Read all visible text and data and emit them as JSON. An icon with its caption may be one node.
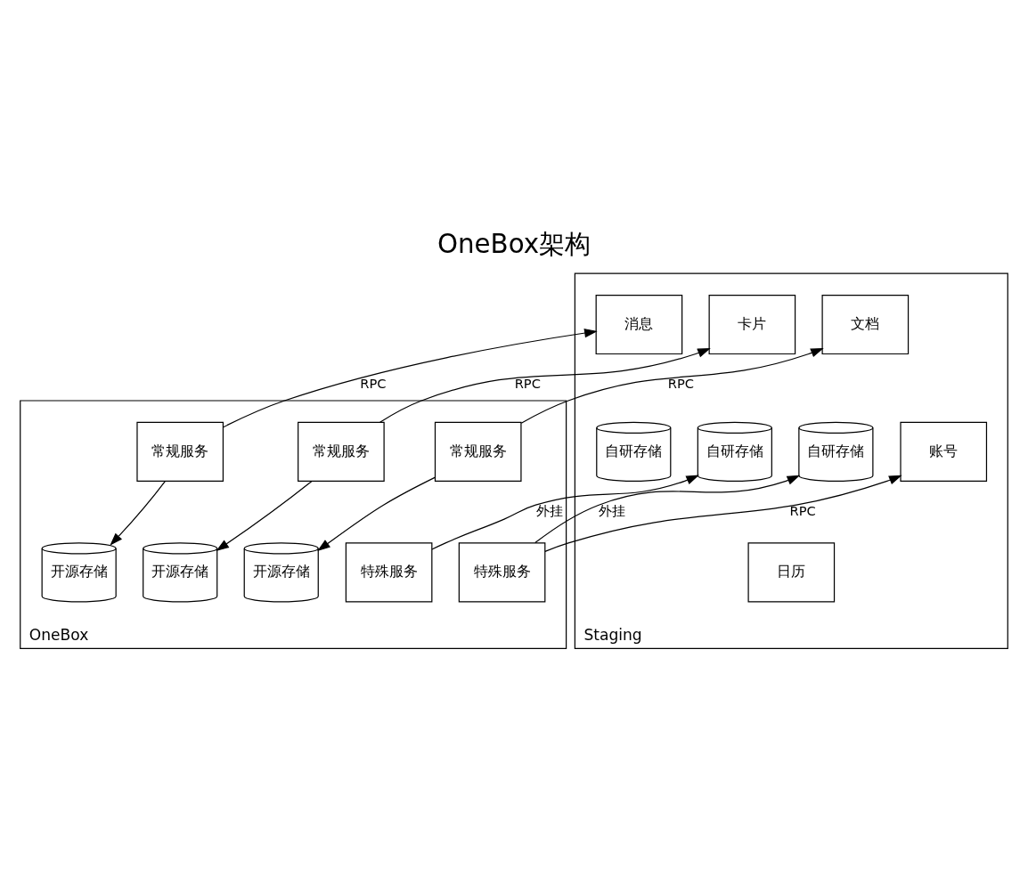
{
  "diagram": {
    "title": "OneBox架构",
    "nodes": [
      {
        "text": [
          "Staging"
        ]
      },
      {
        "text": [
          "自研存储"
        ],
        "in": 0
      },
      {
        "text": [
          "自研存储"
        ],
        "in": 0
      },
      {
        "text": [
          "自研存储"
        ],
        "in": 0
      },
      {
        "text": [
          "账号"
        ],
        "in": 0
      },
      {
        "text": [
          "消息"
        ],
        "in": 0
      },
      {
        "text": [
          "卡片"
        ],
        "in": 0
      },
      {
        "text": [
          "文档"
        ],
        "in": 0
      },
      {
        "text": [
          "日历"
        ],
        "in": 0
      },
      {
        "text": [
          "OneBox"
        ]
      },
      {
        "text": [
          "特殊服务"
        ],
        "in": 9
      },
      {
        "text": [
          "特殊服务"
        ],
        "in": 9
      },
      {
        "text": [
          "常规服务"
        ],
        "in": 9
      },
      {
        "text": [
          "常规服务"
        ],
        "in": 9
      },
      {
        "text": [
          "常规服务"
        ],
        "in": 9
      },
      {
        "text": [
          "开源存储"
        ],
        "in": 9
      },
      {
        "text": [
          "开源存储"
        ],
        "in": 9
      },
      {
        "text": [
          "开源存储"
        ],
        "in": 9
      }
    ],
    "edges": [
      {
        "from": 10,
        "to": 2,
        "arrow": "to",
        "label": "外挂"
      },
      {
        "from": 11,
        "to": 3,
        "arrow": "to",
        "label": "外挂"
      },
      {
        "from": 11,
        "to": 4,
        "arrow": "to",
        "label": "RPC"
      },
      {
        "from": 12,
        "to": 5,
        "arrow": "to",
        "label": "RPC"
      },
      {
        "from": 13,
        "to": 6,
        "arrow": "to",
        "label": "RPC"
      },
      {
        "from": 14,
        "to": 7,
        "arrow": "to",
        "label": "RPC"
      },
      {
        "from": 12,
        "to": 15,
        "arrow": "to"
      },
      {
        "from": 13,
        "to": 16,
        "arrow": "to"
      },
      {
        "from": 14,
        "to": 17,
        "arrow": "to"
      }
    ]
  }
}
